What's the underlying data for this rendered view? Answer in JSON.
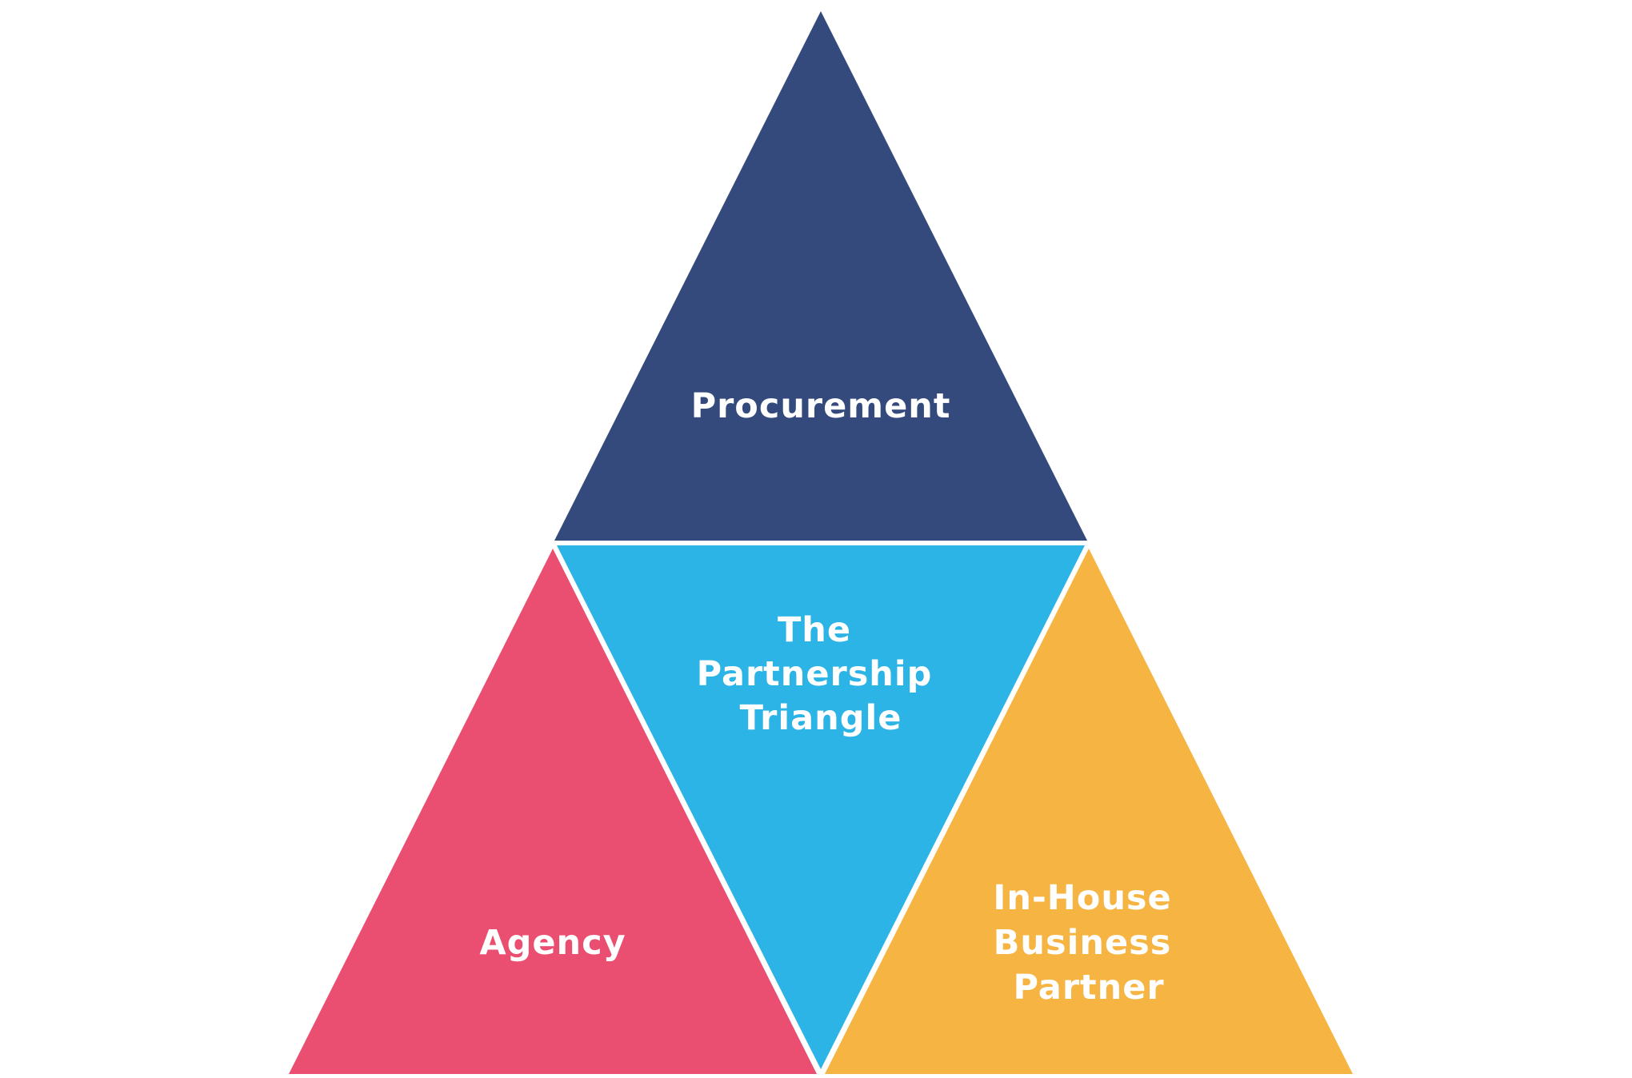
{
  "diagram": {
    "top": {
      "label_lines": [
        "Procurement"
      ],
      "color": "#354a7c"
    },
    "center": {
      "label_lines": [
        "The",
        "Partnership",
        "Triangle"
      ],
      "color": "#2db4e6"
    },
    "left": {
      "label_lines": [
        "Agency"
      ],
      "color": "#ea4f72"
    },
    "right": {
      "label_lines": [
        "In-House",
        "Business",
        "Partner"
      ],
      "color": "#f6b442"
    }
  }
}
